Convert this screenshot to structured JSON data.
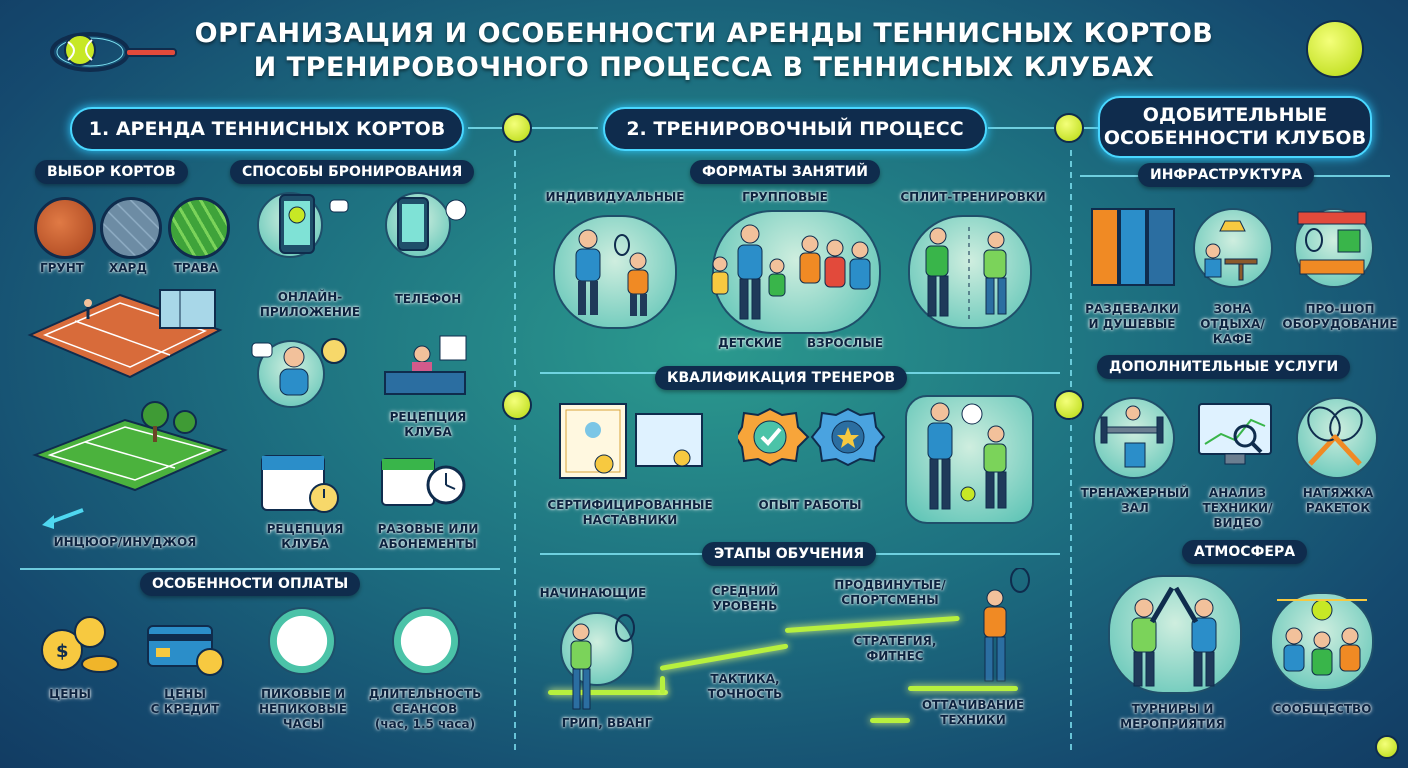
{
  "title": {
    "line1": "ОРГАНИЗАЦИЯ И ОСОБЕННОСТИ АРЕНДЫ ТЕННИСНЫХ КОРТОВ",
    "line2": "И ТРЕНИРОВОЧНОГО ПРОЦЕССА В ТЕННИСНЫХ КЛУБАХ"
  },
  "section1": {
    "header": "1. АРЕНДА ТЕННИСНЫХ КОРТОВ",
    "courts": {
      "header": "ВЫБОР КОРТОВ",
      "items": [
        "ГРУНТ",
        "ХАРД",
        "ТРАВА"
      ],
      "indoor_label": "ИНЦЮОР/ИНУДЖОЯ"
    },
    "booking": {
      "header": "СПОСОБЫ БРОНИРОВАНИЯ",
      "items": [
        "ОНЛАЙН-\nПРИЛОЖЕНИЕ",
        "ТЕЛЕФОН",
        "РЕЦЕПЦИЯ\nКЛУБА",
        "РЕЦЕПЦИЯ\nКЛУБА",
        "РАЗОВЫЕ ИЛИ\nАБОНЕМЕНТЫ"
      ]
    },
    "payment": {
      "header": "ОСОБЕННОСТИ ОПЛАТЫ",
      "items": [
        "ЦЕНЫ",
        "ЦЕНЫ\nС КРЕДИТ",
        "ПИКОВЫЕ И\nНЕПИКОВЫЕ\nЧАСЫ",
        "ДЛИТЕЛЬНОСТЬ\nСЕАНСОВ\n(час, 1.5 часа)"
      ]
    }
  },
  "section2": {
    "header": "2. ТРЕНИРОВОЧНЫЙ ПРОЦЕСС",
    "formats": {
      "header": "ФОРМАТЫ ЗАНЯТИЙ",
      "items": [
        "ИНДИВИДУАЛЬНЫЕ",
        "ГРУППОВЫЕ",
        "СПЛИТ-ТРЕНИРОВКИ"
      ],
      "sub": [
        "ДЕТСКИЕ",
        "ВЗРОСЛЫЕ"
      ]
    },
    "coaches": {
      "header": "КВАЛИФИКАЦИЯ ТРЕНЕРОВ",
      "items": [
        "СЕРТИФИЦИРОВАННЫЕ\nНАСТАВНИКИ",
        "ОПЫТ РАБОТЫ"
      ]
    },
    "stages": {
      "header": "ЭТАПЫ ОБУЧЕНИЯ",
      "levels": [
        "НАЧИНАЮЩИЕ",
        "СРЕДНИЙ\nУРОВЕНЬ",
        "ПРОДВИНУТЫЕ/\nСПОРТСМЕНЫ"
      ],
      "details": [
        "ГРИП, ВВАНГ",
        "ТАКТИКА,\nТОЧНОСТЬ",
        "СТРАТЕГИЯ,\nФИТНЕС",
        "ОТТАЧИВАНИЕ\nТЕХНИКИ"
      ]
    }
  },
  "section3": {
    "header": "ОДОБИТЕЛЬНЫЕ\nОСОБЕННОСТИ КЛУБОВ",
    "infra": {
      "header": "ИНФРАСТРУКТУРА",
      "items": [
        "РАЗДЕВАЛКИ\nИ ДУШЕВЫЕ",
        "ЗОНА ОТДЫХА/\nКАФЕ",
        "ПРО-ШОП\nОБОРУДОВАНИЕ"
      ]
    },
    "services": {
      "header": "ДОПОЛНИТЕЛЬНЫЕ УСЛУГИ",
      "items": [
        "ТРЕНАЖЕРНЫЙ\nЗАЛ",
        "АНАЛИЗ\nТЕХНИКИ/ВИДЕО",
        "НАТЯЖКА\nРАКЕТОК"
      ]
    },
    "atmosphere": {
      "header": "АТМОСФЕРА",
      "items": [
        "ТУРНИРЫ И\nМЕРОПРИЯТИЯ",
        "СООБЩЕСТВО"
      ]
    }
  },
  "icons": [
    "tennis-racket-ball-icon",
    "tennis-ball-icon",
    "clay-court-icon",
    "hard-court-icon",
    "grass-court-icon",
    "smartphone-icon",
    "phone-call-icon",
    "receptionist-icon",
    "calendar-icon",
    "clock-icon",
    "coins-icon",
    "credit-card-icon",
    "certificate-icon",
    "award-medal-icon",
    "locker-icon",
    "cafe-icon",
    "shop-icon",
    "gym-icon",
    "video-analysis-icon",
    "racket-stringing-icon"
  ]
}
